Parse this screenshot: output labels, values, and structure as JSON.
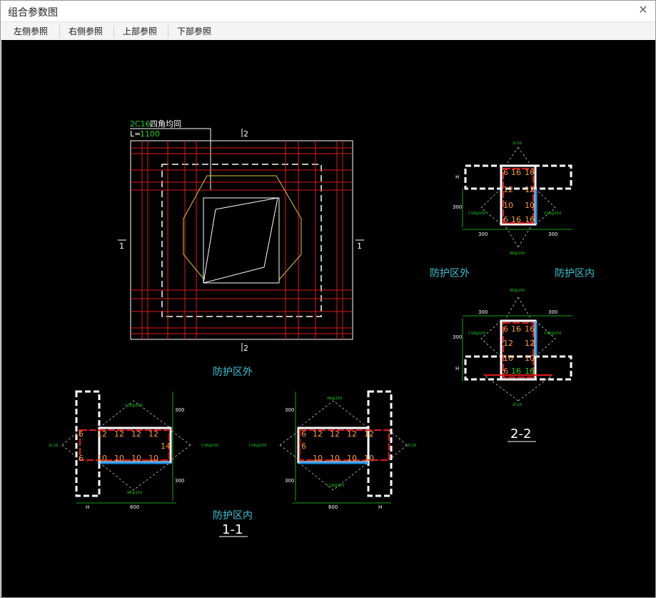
{
  "window": {
    "title": "组合参数图",
    "close_glyph": "✕"
  },
  "toolbar": {
    "left_ref": "左侧参照",
    "right_ref": "右侧参照",
    "top_ref": "上部参照",
    "bottom_ref": "下部参照"
  },
  "plan": {
    "rebar_spec": "2C16",
    "rebar_note": "四角均同",
    "length_prefix": "L=",
    "length_value": "1100",
    "section_mark_top": "2",
    "section_mark_bottom": "2",
    "section_mark_left": "1",
    "section_mark_right": "1",
    "zone_outside": "防护区外"
  },
  "section_1_1": {
    "zone_inside": "防护区内",
    "title": "1-1",
    "dim_300_top": "300",
    "dim_300_bottom": "300",
    "dim_600": "600",
    "dim_h": "H",
    "stirrup_spec": "C18@150",
    "tie_spec": "A6@150",
    "corner_spec": "2C16",
    "bar_numbers": [
      "6",
      "12",
      "12",
      "12",
      "12",
      "14",
      "6",
      "10",
      "10",
      "10",
      "10"
    ]
  },
  "section_2_2": {
    "zone_outside": "防护区外",
    "zone_inside": "防护区内",
    "title": "2-2",
    "dim_300": "300",
    "dim_h": "H",
    "stirrup_spec": "C18@150",
    "tie_spec": "A6@150",
    "corner_spec": "2C16",
    "bar_numbers": [
      "6",
      "16",
      "16",
      "12",
      "12",
      "10",
      "10",
      "6",
      "16",
      "16"
    ]
  },
  "colors": {
    "canvas_bg": "#000000",
    "rebar_red": "#e01a1a",
    "dim_green": "#1fd11f",
    "label_cyan": "#38c4d4",
    "outline_white": "#ffffff",
    "stirrup_blue": "#1e8fe6",
    "wire_yellow": "#e8c23a",
    "number_orange": "#ff9933"
  }
}
